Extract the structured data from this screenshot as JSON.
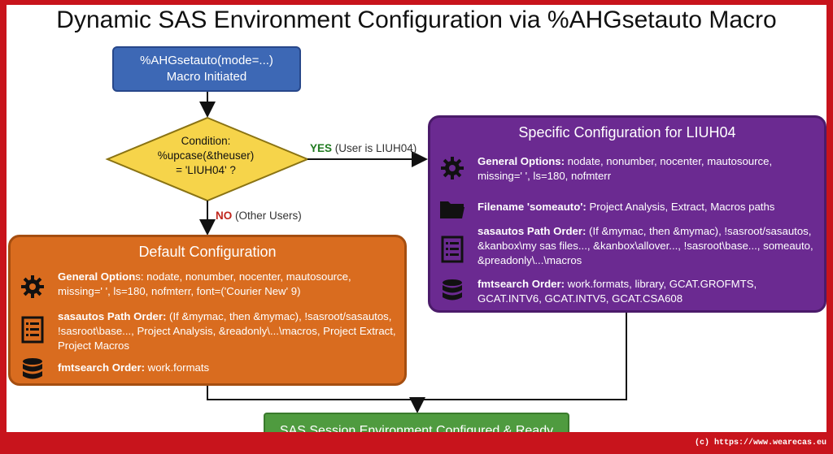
{
  "title": "Dynamic SAS Environment Configuration via %AHGsetauto Macro",
  "start": {
    "line1": "%AHGsetauto(mode=...)",
    "line2": "Macro Initiated"
  },
  "decision": {
    "line1": "Condition:",
    "line2": "%upcase(&theuser)",
    "line3": "= 'LIUH04' ?"
  },
  "yes_branch": {
    "keyword": "YES",
    "detail": " (User is LIUH04)"
  },
  "no_branch": {
    "keyword": "NO",
    "detail": " (Other Users)"
  },
  "specific": {
    "title": "Specific Configuration for LIUH04",
    "items": [
      {
        "icon": "gear-icon",
        "label": "General Options:",
        "text": " nodate, nonumber, nocenter, mautosource, missing=' ', ls=180, nofmterr"
      },
      {
        "icon": "folder-icon",
        "label": "Filename 'someauto':",
        "text": " Project Analysis, Extract, Macros paths"
      },
      {
        "icon": "list-icon",
        "label": "sasautos Path Order:",
        "text": " (If &mymac, then &mymac), !sasroot/sasautos, &kanbox\\my sas files..., &kanbox\\allover..., !sasroot\\base..., someauto, &preadonly\\...\\macros"
      },
      {
        "icon": "database-icon",
        "label": "fmtsearch Order:",
        "text": " work.formats, library, GCAT.GROFMTS, GCAT.INTV6, GCAT.INTV5, GCAT.CSA608"
      }
    ]
  },
  "default": {
    "title": "Default Configuration",
    "items": [
      {
        "icon": "gear-icon",
        "label": "General Option",
        "text": "s: nodate, nonumber, nocenter, mautosource, missing=' ', ls=180, nofmterr, font=('Courier New' 9)"
      },
      {
        "icon": "list-icon",
        "label": "sasautos Path Order:",
        "text": " (If &mymac, then &mymac), !sasroot/sasautos, !sasroot\\base..., Project Analysis, &readonly\\...\\macros, Project Extract, Project Macros"
      },
      {
        "icon": "database-icon",
        "label": "fmtsearch Order:",
        "text": " work.formats"
      }
    ]
  },
  "end": {
    "label": "SAS Session Environment Configured & Ready"
  },
  "footer": "(c) https://www.wearecas.eu",
  "colors": {
    "start": "#3d68b5",
    "decision": "#f6d44a",
    "specific": "#6b2a91",
    "default": "#d96c1f",
    "end": "#4f9b3f",
    "frame": "#c8141c"
  }
}
